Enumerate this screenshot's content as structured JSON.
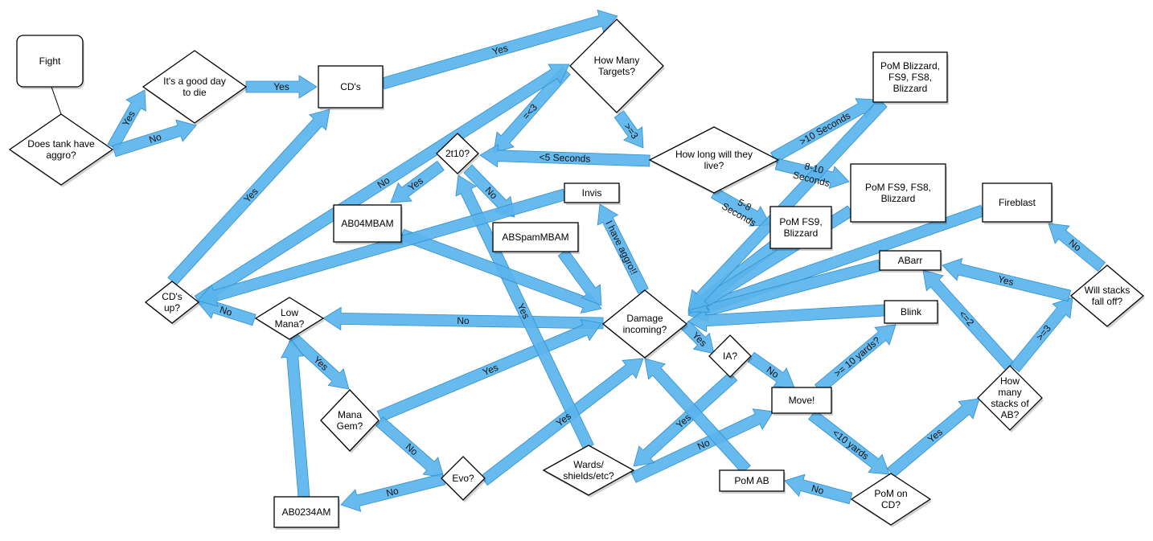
{
  "title": "Arcane Mage Decision Flowchart",
  "colors": {
    "arrow": "#5ab4ec",
    "arrow_stroke": "#2f8fcf",
    "node_fill": "#ffffff",
    "node_stroke": "#000000"
  },
  "nodes": [
    {
      "id": "fight",
      "shape": "rounded-rect",
      "label": [
        "Fight"
      ]
    },
    {
      "id": "tank_aggro",
      "shape": "diamond",
      "label": [
        "Does tank have",
        "aggro?"
      ]
    },
    {
      "id": "good_day",
      "shape": "diamond",
      "label": [
        "It's a good day",
        "to die"
      ]
    },
    {
      "id": "cds",
      "shape": "rect",
      "label": [
        "CD's"
      ]
    },
    {
      "id": "how_many",
      "shape": "diamond",
      "label": [
        "How Many",
        "Targets?"
      ]
    },
    {
      "id": "how_long",
      "shape": "diamond",
      "label": [
        "How long will they",
        "live?"
      ]
    },
    {
      "id": "pom_bliz_full",
      "shape": "rect",
      "label": [
        "PoM Blizzard,",
        "FS9, FS8,",
        "Blizzard"
      ]
    },
    {
      "id": "pom_fs9_fs8",
      "shape": "rect",
      "label": [
        "PoM FS9, FS8,",
        "Blizzard"
      ]
    },
    {
      "id": "pom_fs9",
      "shape": "rect",
      "label": [
        "PoM FS9,",
        "Blizzard"
      ]
    },
    {
      "id": "t2t10",
      "shape": "diamond",
      "label": [
        "2t10?"
      ]
    },
    {
      "id": "ab04",
      "shape": "rect",
      "label": [
        "AB04MBAM"
      ]
    },
    {
      "id": "abspam",
      "shape": "rect",
      "label": [
        "ABSpamMBAM"
      ]
    },
    {
      "id": "invis",
      "shape": "rect",
      "label": [
        "Invis"
      ]
    },
    {
      "id": "fireblast",
      "shape": "rect",
      "label": [
        "Fireblast"
      ]
    },
    {
      "id": "abarr",
      "shape": "rect",
      "label": [
        "ABarr"
      ]
    },
    {
      "id": "blink",
      "shape": "rect",
      "label": [
        "Blink"
      ]
    },
    {
      "id": "cds_up",
      "shape": "diamond",
      "label": [
        "CD's",
        "up?"
      ]
    },
    {
      "id": "low_mana",
      "shape": "diamond",
      "label": [
        "Low",
        "Mana?"
      ]
    },
    {
      "id": "damage",
      "shape": "diamond",
      "label": [
        "Damage",
        "incoming?"
      ]
    },
    {
      "id": "ia",
      "shape": "diamond",
      "label": [
        "IA?"
      ]
    },
    {
      "id": "will_stacks",
      "shape": "diamond",
      "label": [
        "Will stacks",
        "fall off?"
      ]
    },
    {
      "id": "mana_gem",
      "shape": "diamond",
      "label": [
        "Mana",
        "Gem?"
      ]
    },
    {
      "id": "move",
      "shape": "rect",
      "label": [
        "Move!"
      ]
    },
    {
      "id": "how_many_stacks",
      "shape": "diamond",
      "label": [
        "How",
        "many",
        "stacks of",
        "AB?"
      ]
    },
    {
      "id": "evo",
      "shape": "diamond",
      "label": [
        "Evo?"
      ]
    },
    {
      "id": "wards",
      "shape": "diamond",
      "label": [
        "Wards/",
        "shields/etc?"
      ]
    },
    {
      "id": "pom_ab",
      "shape": "rect",
      "label": [
        "PoM AB"
      ]
    },
    {
      "id": "pom_cd",
      "shape": "diamond",
      "label": [
        "PoM on",
        "CD?"
      ]
    },
    {
      "id": "ab0234",
      "shape": "rect",
      "label": [
        "AB0234AM"
      ]
    }
  ],
  "edges": [
    {
      "from": "tank_aggro",
      "to": "good_day",
      "label": "Yes"
    },
    {
      "from": "tank_aggro",
      "to": "good_day",
      "label": "No"
    },
    {
      "from": "good_day",
      "to": "cds",
      "label": "Yes"
    },
    {
      "from": "cds",
      "to": "how_many",
      "label": "Yes"
    },
    {
      "from": "how_many",
      "to": "how_long",
      "label": ">=3"
    },
    {
      "from": "how_many",
      "to": "t2t10",
      "label": "=<3"
    },
    {
      "from": "how_long",
      "to": "t2t10",
      "label": "<5 Seconds"
    },
    {
      "from": "how_long",
      "to": "pom_bliz_full",
      "label": ">10 Seconds"
    },
    {
      "from": "how_long",
      "to": "pom_fs9_fs8",
      "label": "8-10 Seconds"
    },
    {
      "from": "how_long",
      "to": "pom_fs9",
      "label": "5-8 Seconds"
    },
    {
      "from": "t2t10",
      "to": "ab04",
      "label": "Yes"
    },
    {
      "from": "t2t10",
      "to": "abspam",
      "label": "No"
    },
    {
      "from": "cds_up",
      "to": "cds",
      "label": "Yes"
    },
    {
      "from": "cds_up",
      "to": "how_many",
      "label": "No"
    },
    {
      "from": "low_mana",
      "to": "cds_up",
      "label": "No"
    },
    {
      "from": "low_mana",
      "to": "mana_gem",
      "label": "Yes"
    },
    {
      "from": "damage",
      "to": "low_mana",
      "label": "No"
    },
    {
      "from": "damage",
      "to": "invis",
      "label": "I have aggro!!"
    },
    {
      "from": "damage",
      "to": "ia",
      "label": "Yes"
    },
    {
      "from": "mana_gem",
      "to": "damage",
      "label": "Yes"
    },
    {
      "from": "mana_gem",
      "to": "evo",
      "label": "No"
    },
    {
      "from": "evo",
      "to": "damage",
      "label": "Yes"
    },
    {
      "from": "evo",
      "to": "ab0234",
      "label": "No"
    },
    {
      "from": "ab0234",
      "to": "low_mana",
      "label": ""
    },
    {
      "from": "wards",
      "to": "t2t10",
      "label": "Yes"
    },
    {
      "from": "wards",
      "to": "move",
      "label": "No"
    },
    {
      "from": "ia",
      "to": "wards",
      "label": "Yes"
    },
    {
      "from": "ia",
      "to": "move",
      "label": "No"
    },
    {
      "from": "move",
      "to": "blink",
      "label": ">= 10 yards?"
    },
    {
      "from": "move",
      "to": "pom_cd",
      "label": "<10 yards"
    },
    {
      "from": "pom_cd",
      "to": "pom_ab",
      "label": "No"
    },
    {
      "from": "pom_cd",
      "to": "how_many_stacks",
      "label": "Yes"
    },
    {
      "from": "pom_ab",
      "to": "damage",
      "label": ""
    },
    {
      "from": "how_many_stacks",
      "to": "abarr",
      "label": "<=2"
    },
    {
      "from": "how_many_stacks",
      "to": "will_stacks",
      "label": ">=3"
    },
    {
      "from": "will_stacks",
      "to": "abarr",
      "label": "Yes"
    },
    {
      "from": "will_stacks",
      "to": "fireblast",
      "label": "No"
    },
    {
      "from": "ab04",
      "to": "damage",
      "label": ""
    },
    {
      "from": "abspam",
      "to": "damage",
      "label": ""
    },
    {
      "from": "invis",
      "to": "cds_up",
      "label": ""
    },
    {
      "from": "fireblast",
      "to": "damage",
      "label": ""
    },
    {
      "from": "abarr",
      "to": "damage",
      "label": ""
    },
    {
      "from": "blink",
      "to": "damage",
      "label": ""
    },
    {
      "from": "pom_fs9",
      "to": "damage",
      "label": ""
    },
    {
      "from": "pom_fs9_fs8",
      "to": "damage",
      "label": ""
    },
    {
      "from": "pom_bliz_full",
      "to": "damage",
      "label": ""
    }
  ],
  "connectors": [
    {
      "from": "fight",
      "to": "tank_aggro"
    }
  ]
}
